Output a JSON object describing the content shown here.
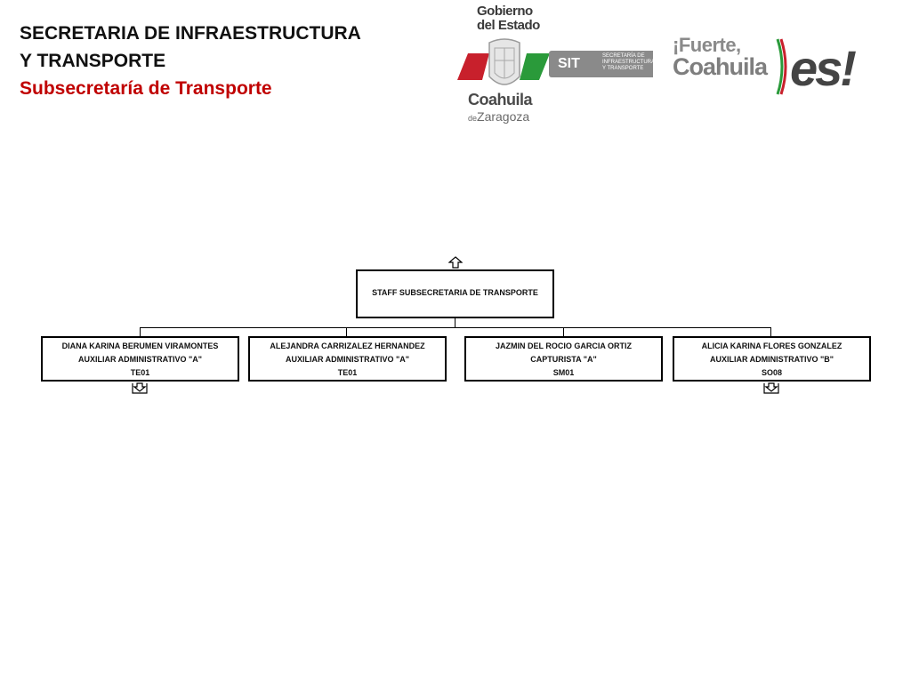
{
  "header": {
    "line1": "SECRETARIA DE INFRAESTRUCTURA",
    "line2": "Y TRANSPORTE",
    "line3": "Subsecretaría de Transporte"
  },
  "logos": {
    "gobierno_line1": "Gobierno",
    "gobierno_line2": "del Estado",
    "state_name": "Coahuila",
    "state_suffix_small": "de",
    "state_suffix": "Zaragoza",
    "sit_acronym": "SIT",
    "sit_full": "SECRETARÍA DE INFRAESTRUCTURA Y TRANSPORTE",
    "campaign_line1": "¡Fuerte,",
    "campaign_line2": "Coahuila",
    "campaign_es": "es!"
  },
  "org_chart": {
    "root": {
      "title": "STAFF SUBSECRETARIA DE TRANSPORTE"
    },
    "members": [
      {
        "name": "DIANA KARINA BERUMEN VIRAMONTES",
        "position": "AUXILIAR ADMINISTRATIVO \"A\"",
        "code": "TE01"
      },
      {
        "name": "ALEJANDRA CARRIZALEZ HERNANDEZ",
        "position": "AUXILIAR ADMINISTRATIVO \"A\"",
        "code": "TE01"
      },
      {
        "name": "JAZMIN DEL ROCIO GARCIA ORTIZ",
        "position": "CAPTURISTA \"A\"",
        "code": "SM01"
      },
      {
        "name": "ALICIA KARINA FLORES GONZALEZ",
        "position": "AUXILIAR ADMINISTRATIVO \"B\"",
        "code": "SO08"
      }
    ]
  }
}
